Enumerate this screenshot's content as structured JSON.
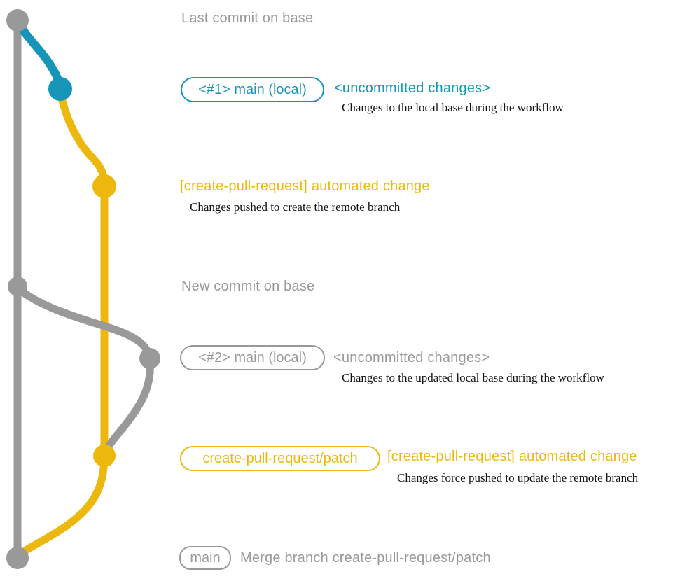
{
  "colors": {
    "gray": "#999999",
    "blue": "#1595b8",
    "yellow": "#edb80e",
    "desc_text": "#111111",
    "background": "#ffffff"
  },
  "annotations": {
    "last_commit": {
      "message": "Last commit on base"
    },
    "local_main_1": {
      "badge": "<#1> main (local)",
      "title": "<uncommitted changes>",
      "description": "Changes to the local base during the workflow"
    },
    "automated_change_1": {
      "title": "[create-pull-request] automated change",
      "description": "Changes pushed to create the remote branch"
    },
    "new_commit": {
      "message": "New commit on base"
    },
    "local_main_2": {
      "badge": "<#2> main (local)",
      "title": "<uncommitted changes>",
      "description": "Changes to the updated local base during the workflow"
    },
    "automated_change_2": {
      "badge": "create-pull-request/patch",
      "title": "[create-pull-request] automated change",
      "description": "Changes force pushed to update the remote branch"
    },
    "merge_commit": {
      "badge": "main",
      "message": "Merge branch create-pull-request/patch"
    }
  },
  "graph_nodes": [
    {
      "id": "commit-last-base",
      "color": "gray",
      "row": "last_commit"
    },
    {
      "id": "commit-local-main-1",
      "color": "blue",
      "row": "local_main_1"
    },
    {
      "id": "commit-patch-branch-1",
      "color": "yellow",
      "row": "automated_change_1"
    },
    {
      "id": "commit-new-base",
      "color": "gray",
      "row": "new_commit"
    },
    {
      "id": "commit-local-main-2",
      "color": "gray",
      "row": "local_main_2"
    },
    {
      "id": "commit-patch-branch-2",
      "color": "yellow",
      "row": "automated_change_2"
    },
    {
      "id": "commit-merge",
      "color": "gray",
      "row": "merge_commit"
    }
  ]
}
